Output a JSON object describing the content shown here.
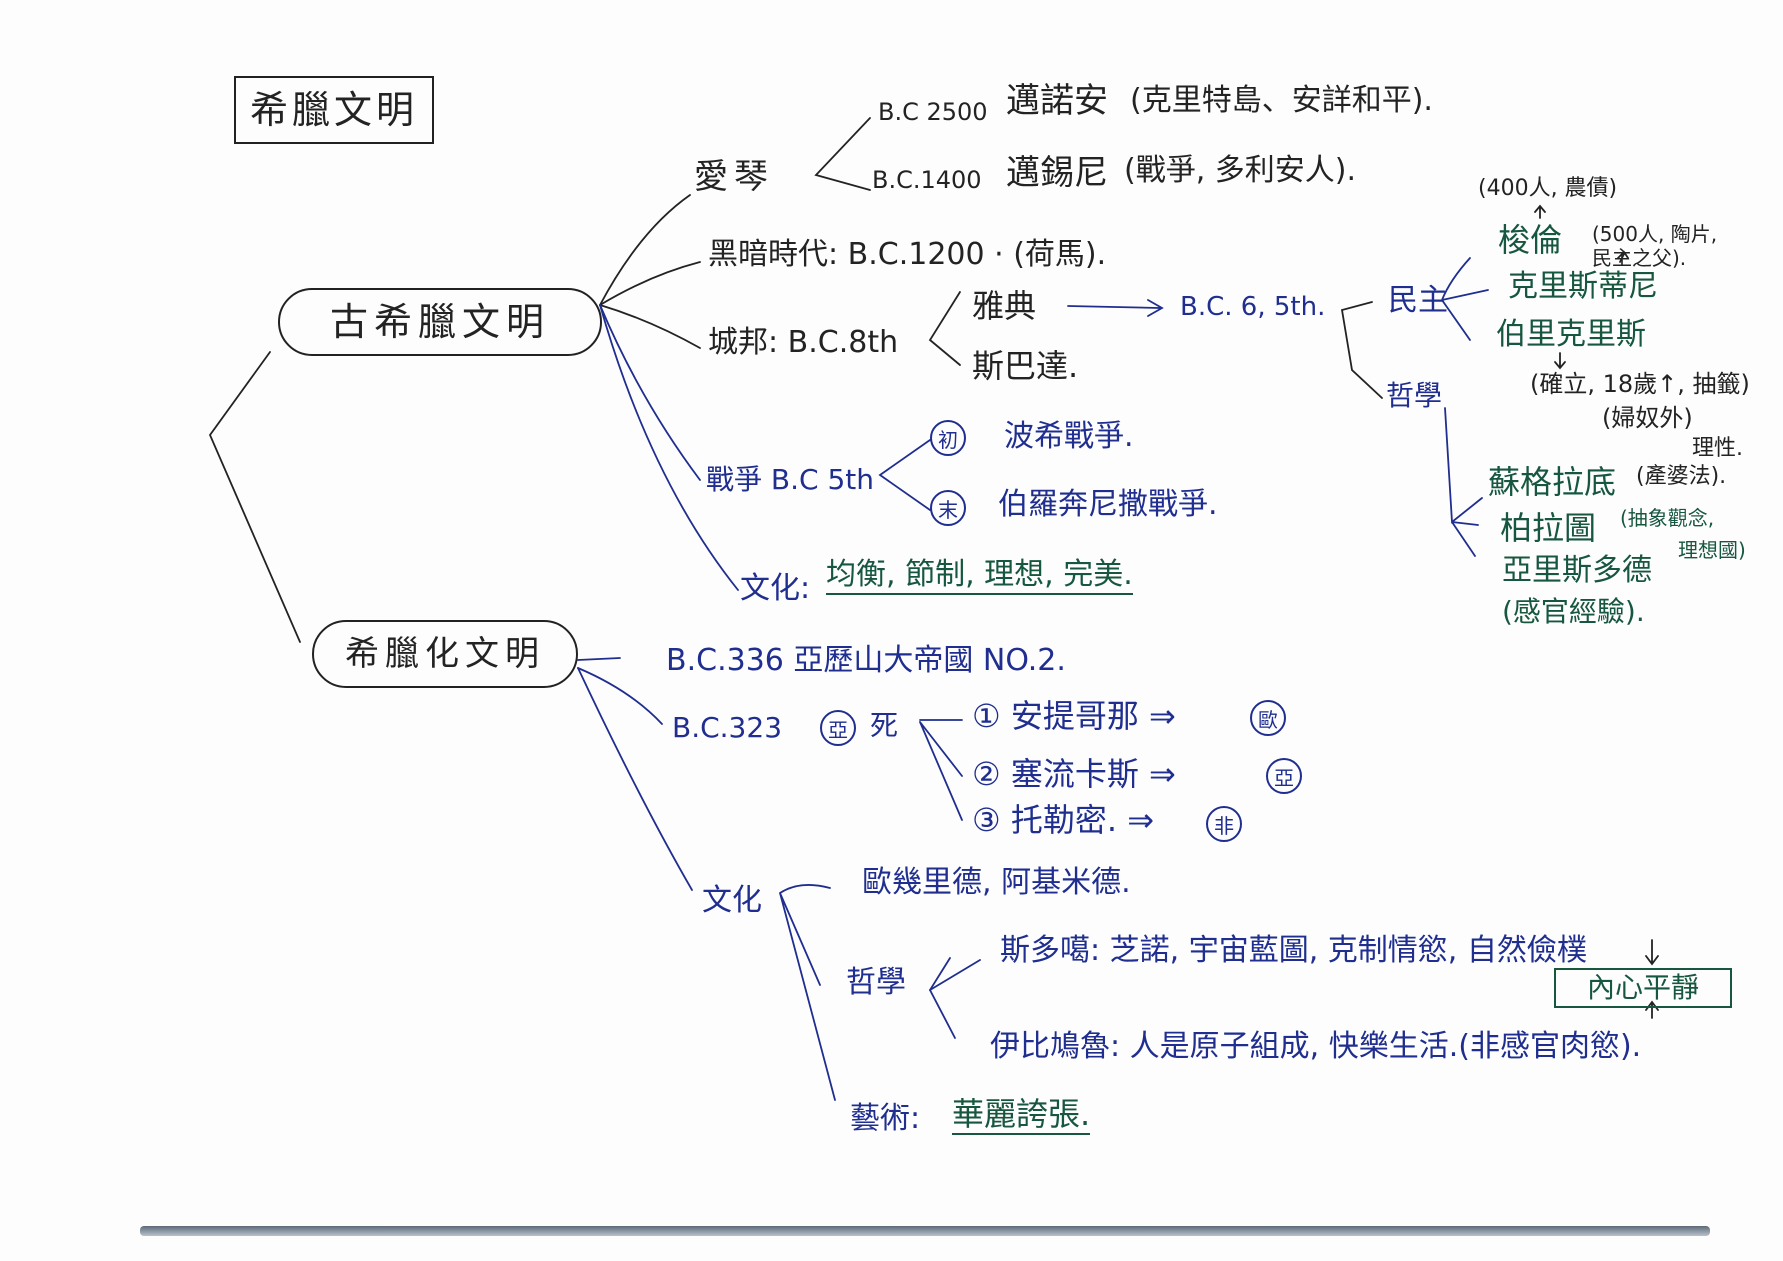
{
  "page_title": "希臘文明",
  "ancient": {
    "label": "古希臘文明",
    "minoan_group": "愛琴",
    "minoan": {
      "date": "B.C 2500",
      "name": "邁諾安",
      "note": "(克里特島、安詳和平)."
    },
    "mycenaean": {
      "date": "B.C.1400",
      "name": "邁錫尼",
      "note": "(戰爭, 多利安人)."
    },
    "dark_age": "黑暗時代: B.C.1200 · (荷馬).",
    "city_state": "城邦: B.C.8th",
    "athens": "雅典",
    "athens_date": "B.C. 6, 5th.",
    "sparta": "斯巴達.",
    "democracy": "民主",
    "solon": "梭倫",
    "solon_note": "(400人, 農債)",
    "solon_note2": "(500人, 陶片, 民主之父).",
    "cleisthenes": "克里斯蒂尼",
    "pericles": "伯里克里斯",
    "pericles_note": "(確立, 18歲↑, 抽籤)",
    "pericles_note2": "(婦奴外)",
    "philosophy": "哲學",
    "socrates": "蘇格拉底",
    "socrates_note": "(產婆法).",
    "socrates_note2": "理性.",
    "plato": "柏拉圖",
    "plato_note": "(抽象觀念,",
    "plato_note2": "理想國)",
    "aristotle": "亞里斯多德",
    "aristotle_note": "(感官經驗).",
    "war": "戰爭 B.C 5th",
    "war_early_mark": "初",
    "war_early": "波希戰爭.",
    "war_late_mark": "末",
    "war_late": "伯羅奔尼撒戰爭.",
    "culture": "文化:",
    "culture_items": "均衡, 節制, 理想, 完美."
  },
  "hellenistic": {
    "label": "希臘化文明",
    "alexander": "B.C.336 亞歷山大帝國 NO.2.",
    "division_date": "B.C.323",
    "division_mark": "亞",
    "division_word": "死",
    "antigonid": "① 安提哥那 ⇒",
    "antigonid_mark": "歐",
    "seleucid": "② 塞流卡斯 ⇒",
    "seleucid_mark": "亞",
    "ptolemaic": "③ 托勒密. ⇒",
    "ptolemaic_mark": "非",
    "culture": "文化",
    "scientists": "歐幾里德, 阿基米德.",
    "philosophy": "哲學",
    "stoic": "斯多噶: 芝諾, 宇宙藍圖, 克制情慾, 自然儉樸",
    "stoic_goal": "內心平靜",
    "epicurean": "伊比鳩魯: 人是原子組成, 快樂生活.(非感官肉慾).",
    "art": "藝術:",
    "art_items": "華麗誇張."
  },
  "colors": {
    "ink": "#232323",
    "blue": "#1f2e8f",
    "green": "#17573f"
  }
}
